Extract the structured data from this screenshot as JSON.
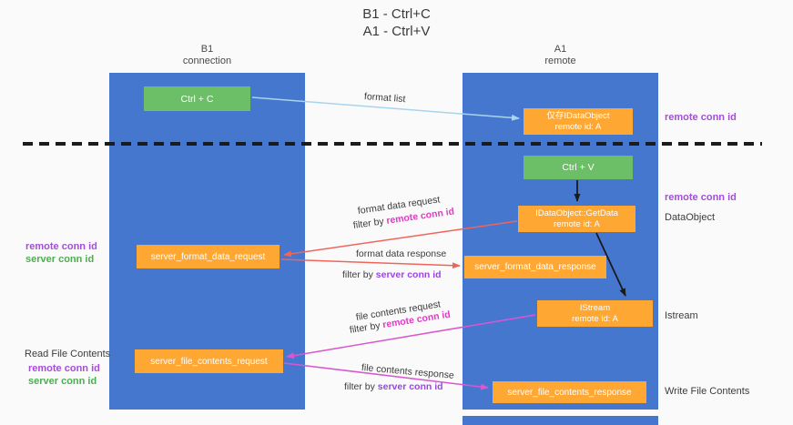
{
  "title": {
    "line1": "B1 - Ctrl+C",
    "line2": "A1 - Ctrl+V"
  },
  "lanes": {
    "left": {
      "name": "B1",
      "subtitle": "connection"
    },
    "right": {
      "name": "A1",
      "subtitle": "remote"
    }
  },
  "boxes": {
    "ctrl_c": {
      "label": "Ctrl + C"
    },
    "clipboard_cache": {
      "line1": "仅存IDataObject",
      "line2": "remote id: A"
    },
    "ctrl_v": {
      "label": "Ctrl + V"
    },
    "getdata": {
      "line1": "IDataObject::GetData",
      "line2": "remote id: A"
    },
    "format_request": {
      "label": "server_format_data_request"
    },
    "format_response": {
      "label": "server_format_data_response"
    },
    "istream": {
      "line1": "IStream",
      "line2": "remote id: A"
    },
    "file_request": {
      "label": "server_file_contents_request"
    },
    "file_response": {
      "label": "server_file_contents_response"
    }
  },
  "arrows": {
    "format_list": "format list",
    "format_data_request": "format data request",
    "format_data_response": "format data response",
    "file_contents_request": "file contents request",
    "file_contents_response": "file contents response",
    "filter_by": "filter by ",
    "remote_conn_id": "remote conn id",
    "server_conn_id": "server conn id"
  },
  "side_labels": {
    "remote_conn_id": "remote conn id",
    "server_conn_id": "server conn id",
    "dataobject": "DataObject",
    "istream": "Istream",
    "read_file_contents": "Read File Contents",
    "write_file_contents": "Write File Contents"
  },
  "colors": {
    "lane_blue": "#4677cf",
    "box_green": "#6dbf67",
    "box_orange": "#ffa733",
    "purple_text": "#a54cdb",
    "green_text": "#4cae4f",
    "magenta_text": "#e23ac6",
    "violet_text": "#9b45e6",
    "arrow_blue": "#a8d4ec",
    "arrow_red": "#f0655b",
    "arrow_magenta": "#d957d0",
    "arrow_black": "#1a1a1a"
  }
}
